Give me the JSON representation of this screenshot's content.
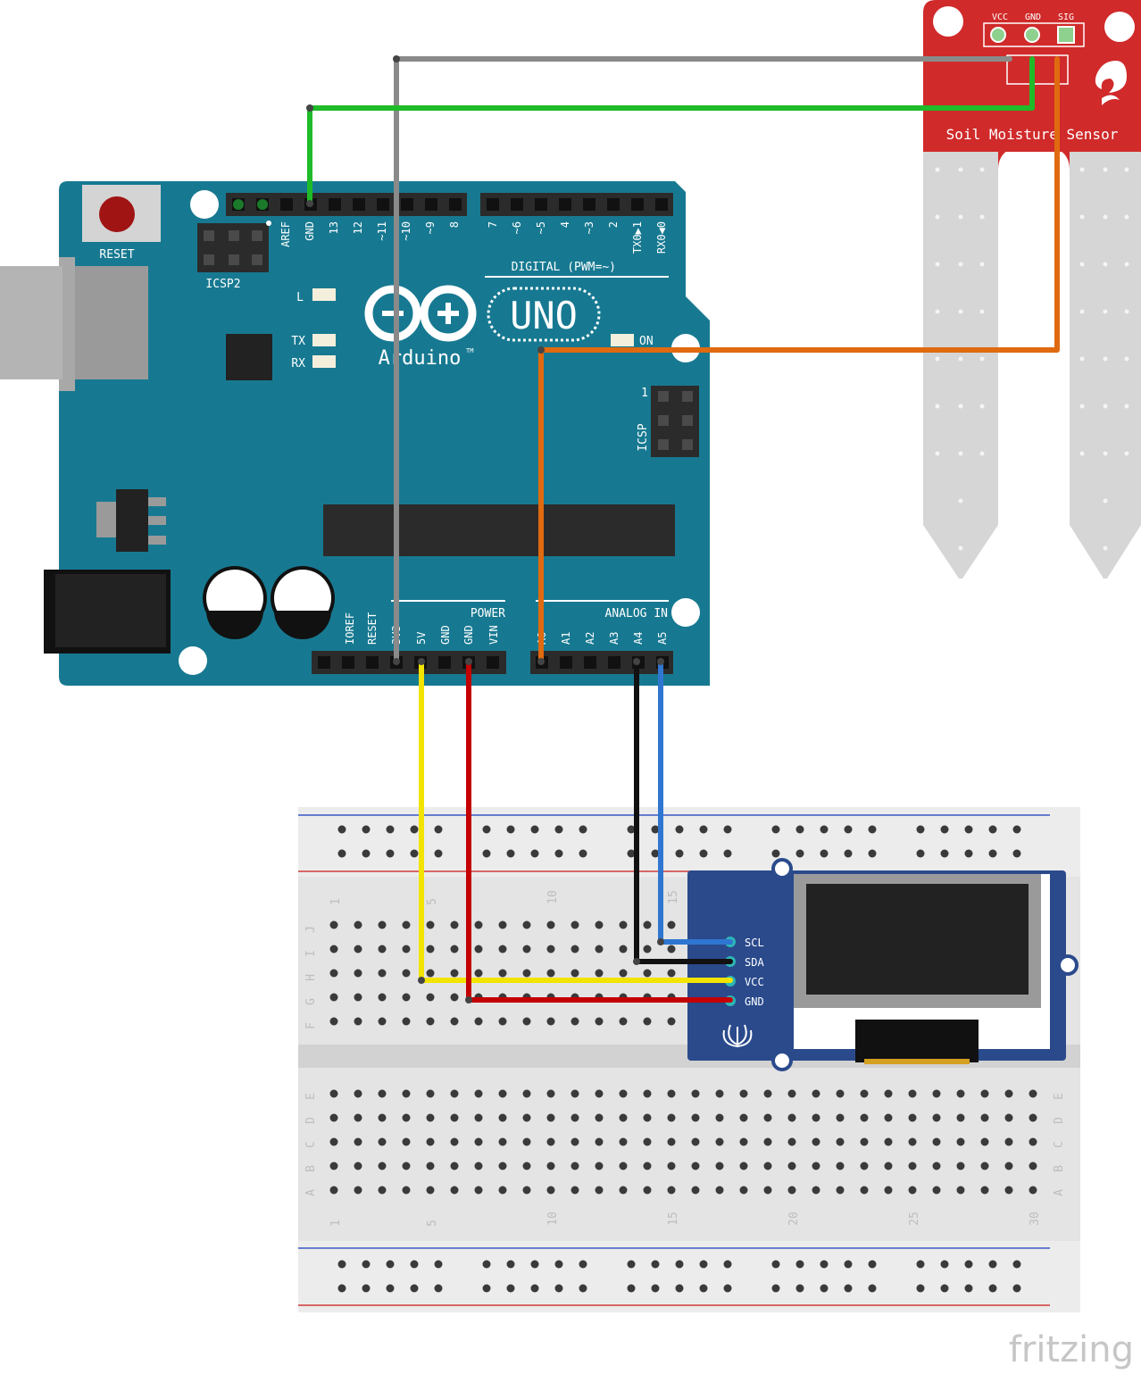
{
  "arduino": {
    "reset_label": "RESET",
    "icsp2_label": "ICSP2",
    "icsp_label": "ICSP",
    "icsp_pin1": "1",
    "logo_text": "Arduino",
    "tm": "TM",
    "uno_text": "UNO",
    "led_l": "L",
    "led_tx": "TX",
    "led_rx": "RX",
    "led_on": "ON",
    "digital_label": "DIGITAL (PWM=~)",
    "power_label": "POWER",
    "analog_label": "ANALOG IN",
    "digital_pins_left": [
      "AREF",
      "GND",
      "13",
      "12",
      "~11",
      "~10",
      "~9",
      "8"
    ],
    "digital_pins_right": [
      "7",
      "~6",
      "~5",
      "4",
      "~3",
      "2",
      "TX0▶1",
      "RX0◀0"
    ],
    "power_pins": [
      "IOREF",
      "RESET",
      "3V3",
      "5V",
      "GND",
      "GND",
      "VIN"
    ],
    "analog_pins": [
      "A0",
      "A1",
      "A2",
      "A3",
      "A4",
      "A5"
    ]
  },
  "sensor": {
    "title": "Soil Moisture Sensor",
    "pins": [
      "VCC",
      "GND",
      "SIG"
    ]
  },
  "oled": {
    "pins": [
      "SCL",
      "SDA",
      "VCC",
      "GND"
    ]
  },
  "breadboard": {
    "top_rows": [
      "J",
      "I",
      "H",
      "G",
      "F"
    ],
    "bottom_rows": [
      "E",
      "D",
      "C",
      "B",
      "A"
    ],
    "column_numbers": [
      "1",
      "5",
      "10",
      "15",
      "20",
      "25",
      "30"
    ]
  },
  "wires": [
    {
      "name": "gray",
      "color": "#8a8a8a"
    },
    {
      "name": "green",
      "color": "#1fbb29"
    },
    {
      "name": "orange",
      "color": "#e06a10"
    },
    {
      "name": "yellow",
      "color": "#f2e400"
    },
    {
      "name": "red",
      "color": "#c40000"
    },
    {
      "name": "black",
      "color": "#111111"
    },
    {
      "name": "blue",
      "color": "#2f76d0"
    }
  ],
  "brand": "fritzing",
  "colors": {
    "arduino": "#177991",
    "sensor": "#d02a2a",
    "oled_board": "#2a4a8c",
    "breadboard": "#e6e6e6"
  }
}
